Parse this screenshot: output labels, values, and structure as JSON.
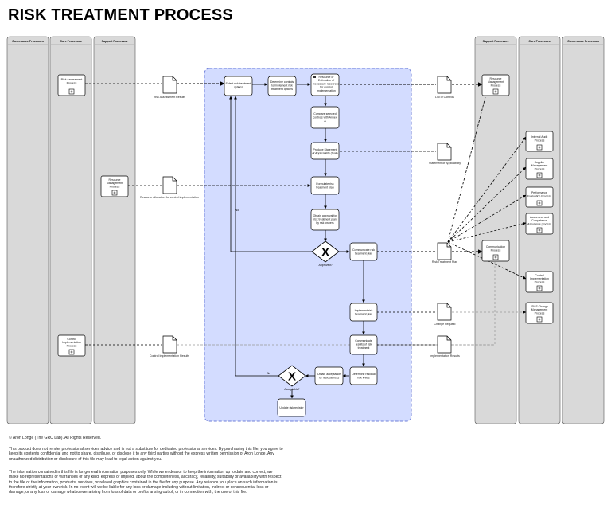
{
  "title": "RISK TREATMENT PROCESS",
  "lanes": {
    "gov_left": "Governance Processes",
    "core_left": "Core Processes",
    "support_left": "Support Processes",
    "support_right": "Support Processes",
    "core_right": "Core Processes",
    "gov_right": "Governance Processes"
  },
  "left_processes": {
    "risk_assessment": [
      "Risk Assessment",
      "Process"
    ],
    "resource_mgmt": [
      "Resource",
      "Management",
      "Process"
    ],
    "control_impl": [
      "Control",
      "Implementation",
      "Process"
    ]
  },
  "documents": {
    "risk_assessment_results": "Risk Assessment Results",
    "resource_allocation": "Resource allocation for control implementation",
    "control_impl_results": "Control Implementation Results",
    "list_of_controls": "List of Controls",
    "statement_of_applicability": "Statement of Applicability",
    "risk_treatment_plan": "Risk Treatment Plan",
    "change_request": "Change Request",
    "implementation_results": "Implementation Results"
  },
  "tasks": {
    "select_options": [
      "Select risk treatment",
      "options"
    ],
    "determine_controls": [
      "Determine controls",
      "to implement risk",
      "treatment options"
    ],
    "resource_estimation": [
      "Resource or",
      "Estimation of",
      "necessary resources",
      "for control",
      "implementation"
    ],
    "compare_controls": [
      "Compare selected",
      "controls with Annex",
      "A"
    ],
    "produce_soa": [
      "Produce Statement",
      "of Applicability (SoA)"
    ],
    "formulate_plan": [
      "Formulate risk",
      "treatment plan"
    ],
    "obtain_approval": [
      "Obtain approval for",
      "risk treatment plan",
      "by risk owners"
    ],
    "communicate_plan": [
      "Communicate risk",
      "treatment plan"
    ],
    "implement_plan": [
      "Implement risk",
      "treatment plan"
    ],
    "communicate_results": [
      "Communicate",
      "results of risk",
      "treatment"
    ],
    "determine_residual": [
      "Determine residual",
      "risk levels"
    ],
    "obtain_acceptance": [
      "Obtain acceptance",
      "for residual risks"
    ],
    "update_register": [
      "Update risk register"
    ]
  },
  "gateways": {
    "approved": "Approved?",
    "acceptable": "Acceptable?",
    "no_label_1": "No",
    "no_label_2": "No"
  },
  "right_processes": {
    "resource_mgmt": [
      "Resource",
      "Management",
      "Process"
    ],
    "communication": [
      "Communication",
      "Process"
    ],
    "internal_audit": [
      "Internal Audit",
      "Process"
    ],
    "supplier_mgmt": [
      "Supplier",
      "Management",
      "Process"
    ],
    "performance_eval": [
      "Performance",
      "Evaluation Process"
    ],
    "awareness": [
      "Awareness and",
      "Competence",
      "Assurance process"
    ],
    "control_impl": [
      "Control",
      "Implementation",
      "Process"
    ],
    "isms_change": [
      "ISMS Change",
      "Management",
      "Process"
    ]
  },
  "footer": {
    "copyright": "© Aron Longe (The GRC Lab). All Rights Reserved.",
    "p1": "This product does not render professional services advice and is not a substitute for dedicated professional services. By purchasing this file, you agree to keep its contents confidential and not to share, distribute, or disclose it to any third parties without the express written permission of Aron Longe. Any unauthorized distribution or disclosure of this file may lead to legal action against you.",
    "p2": "The information contained in this file is for general information purposes only. While we endeavor to keep the information up to date and correct, we make no representations or warranties of any kind, express or implied, about the completeness, accuracy, reliability, suitability or availability with respect to the file or the information, products, services, or related graphics contained in the file for any purpose. Any reliance you place on such information is therefore strictly at your own risk. In no event will we be liable for any loss or damage including without limitation, indirect or consequential loss or damage, or any loss or damage whatsoever arising from loss of data or profits arising out of, or in connection with, the use of this file."
  },
  "colors": {
    "lane_fill": "#d9d9d9",
    "center_fill": "#d3dcff",
    "center_border": "#6f7fd8",
    "line": "#000000"
  }
}
